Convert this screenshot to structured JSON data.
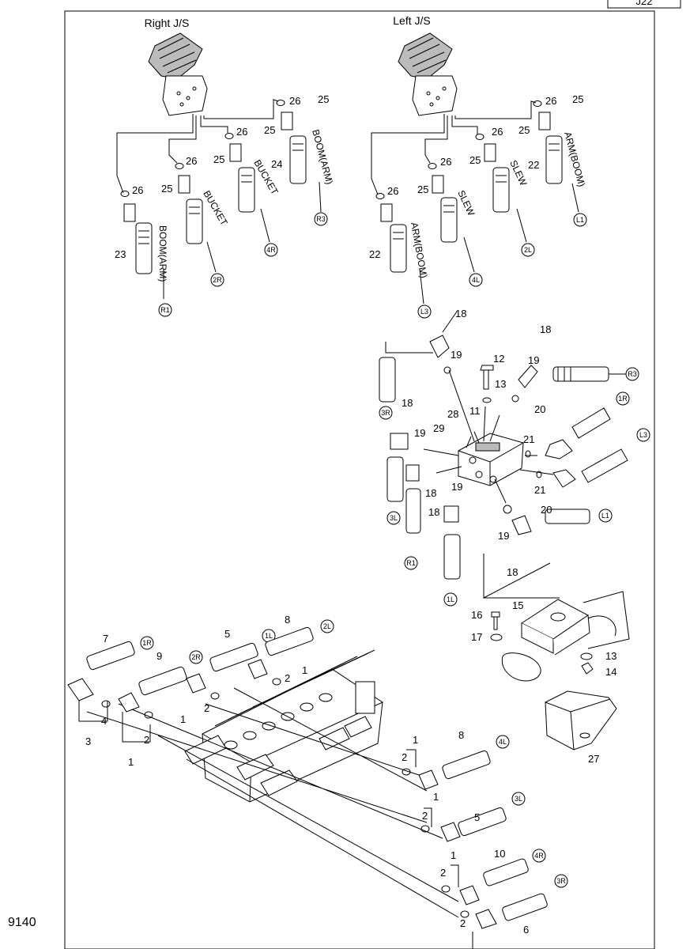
{
  "corner_code": "J22",
  "page_number": "9140",
  "headers": {
    "right_js": "Right J/S",
    "left_js": "Left J/S"
  },
  "hoses": {
    "right": [
      "BOOM(ARM)",
      "BUCKET",
      "BUCKET",
      "BOOM(ARM)"
    ],
    "left": [
      "ARM(BOOM)",
      "SLEW",
      "SLEW",
      "ARM(BOOM)"
    ]
  },
  "connectors": [
    "R1",
    "2R",
    "4R",
    "R3",
    "L3",
    "4L",
    "2L",
    "L1",
    "3R",
    "3L",
    "R1",
    "1L",
    "R3",
    "1R",
    "L3",
    "L1",
    "1R",
    "2R",
    "1L",
    "2L",
    "4L",
    "3L",
    "4R",
    "3R"
  ],
  "callouts": [
    "26",
    "25",
    "26",
    "25",
    "26",
    "25",
    "26",
    "25",
    "23",
    "24",
    "26",
    "25",
    "26",
    "25",
    "26",
    "25",
    "26",
    "25",
    "22",
    "22",
    "18",
    "19",
    "12",
    "13",
    "18",
    "19",
    "11",
    "28",
    "29",
    "20",
    "21",
    "18",
    "19",
    "18",
    "19",
    "20",
    "21",
    "19",
    "18",
    "16",
    "15",
    "17",
    "13",
    "14",
    "27",
    "7",
    "9",
    "5",
    "8",
    "1",
    "2",
    "1",
    "2",
    "4",
    "3",
    "1",
    "2",
    "8",
    "1",
    "2",
    "5",
    "1",
    "2",
    "1",
    "2",
    "10",
    "6"
  ]
}
